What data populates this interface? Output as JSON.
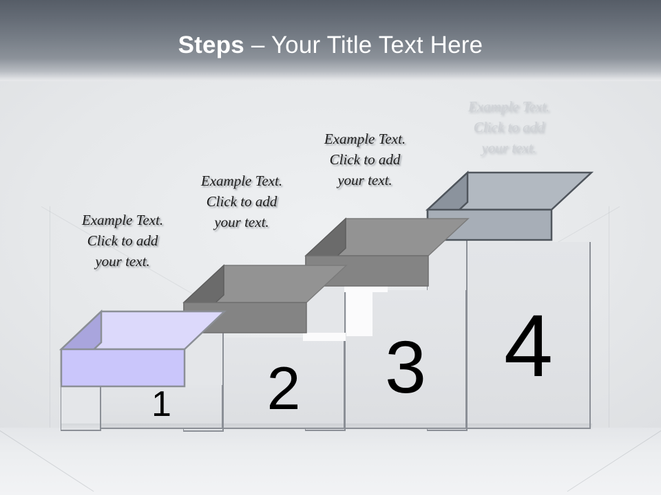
{
  "slide": {
    "title_strong": "Steps ",
    "title_rest": "– Your Title Text Here",
    "background_color": "#e9eaec",
    "header_top_color": "#565d67",
    "header_bottom_color": "#e9eaec"
  },
  "steps": [
    {
      "number": "1",
      "slab_top_color": "#dcd9fb",
      "slab_front_color": "#cac6fb",
      "slab_side_color": "#a9a5dd",
      "column_color": "#e1e3e6",
      "outline_color": "#8b8f96"
    },
    {
      "number": "2",
      "slab_top_color": "#939393",
      "slab_front_color": "#848484",
      "slab_side_color": "#6b6b6b",
      "column_color": "#e1e3e6",
      "outline_color": "#8b8f96"
    },
    {
      "number": "3",
      "slab_top_color": "#939393",
      "slab_front_color": "#848484",
      "slab_side_color": "#6b6b6b",
      "column_color": "#e1e3e6",
      "outline_color": "#8b8f96"
    },
    {
      "number": "4",
      "slab_top_color": "#aeb5bd",
      "slab_front_color": "#a5acb5",
      "slab_side_color": "#8b939d",
      "column_color": "#e1e3e6",
      "outline_color": "#4f555c"
    }
  ],
  "callouts": [
    {
      "text": "Example Text.\nClick  to add\nyour text.",
      "state": "normal"
    },
    {
      "text": "Example Text.\nClick  to add\nyour text.",
      "state": "normal"
    },
    {
      "text": "Example Text.\nClick  to add\nyour text.",
      "state": "normal"
    },
    {
      "text": "Example Text.\nClick  to add\nyour text.",
      "state": "faded"
    }
  ]
}
